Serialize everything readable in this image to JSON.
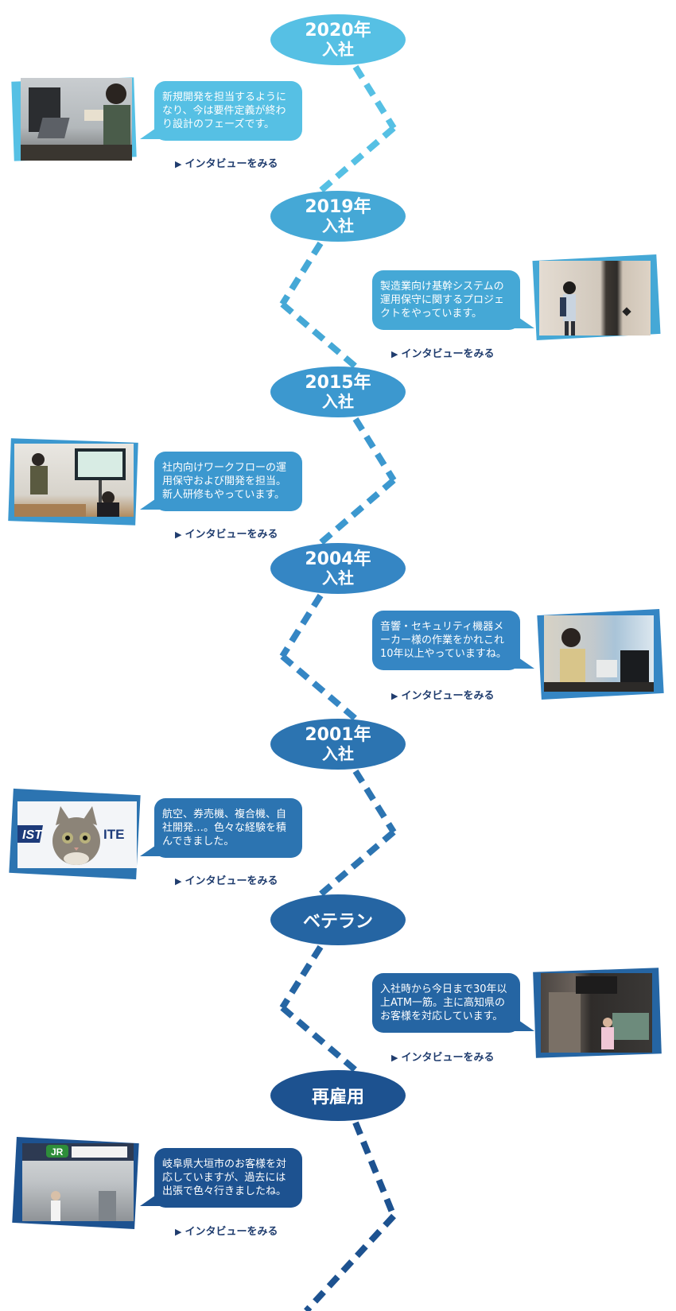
{
  "timeline": [
    {
      "milestone_main": "2020年",
      "milestone_sub": "入社",
      "color": "#56c0e4",
      "side": "left",
      "text": "新規開発を担当するようになり、今は要件定義が終わり設計のフェーズです。",
      "link": "インタビューをみる",
      "photo_icon": "office-laptop-photo"
    },
    {
      "milestone_main": "2019年",
      "milestone_sub": "入社",
      "color": "#45a8d6",
      "side": "right",
      "text": "製造業向け基幹システムの運用保守に関するプロジェクトをやっています。",
      "link": "インタビューをみる",
      "photo_icon": "hallway-photo"
    },
    {
      "milestone_main": "2015年",
      "milestone_sub": "入社",
      "color": "#3c98cf",
      "side": "left",
      "text": "社内向けワークフローの運用保守および開発を担当。新人研修もやっています。",
      "link": "インタビューをみる",
      "photo_icon": "meeting-photo"
    },
    {
      "milestone_main": "2004年",
      "milestone_sub": "入社",
      "color": "#3586c4",
      "side": "right",
      "text": "音響・セキュリティ機器メーカー様の作業をかれこれ10年以上やっていますね。",
      "link": "インタビューをみる",
      "photo_icon": "desk-photo"
    },
    {
      "milestone_main": "2001年",
      "milestone_sub": "入社",
      "color": "#2c74b1",
      "side": "left",
      "text": "航空、券売機、複合機、自社開発…。色々な経験を積んできました。",
      "link": "インタビューをみる",
      "photo_icon": "cat-photo"
    },
    {
      "milestone_main": "ベテラン",
      "milestone_sub": "",
      "color": "#2565a3",
      "side": "right",
      "text": "入社時から今日まで30年以上ATM一筋。主に高知県のお客様を対応しています。",
      "link": "インタビューをみる",
      "photo_icon": "building-entrance-photo"
    },
    {
      "milestone_main": "再雇用",
      "milestone_sub": "",
      "color": "#1d5290",
      "side": "left",
      "text": "岐阜県大垣市のお客様を対応していますが、過去には出張で色々行きましたね。",
      "link": "インタビューをみる",
      "photo_icon": "station-photo"
    }
  ],
  "photo_badges": {
    "cat_logo": "IST",
    "cat_logo_tail": "ITE",
    "station_sign": "JR"
  }
}
